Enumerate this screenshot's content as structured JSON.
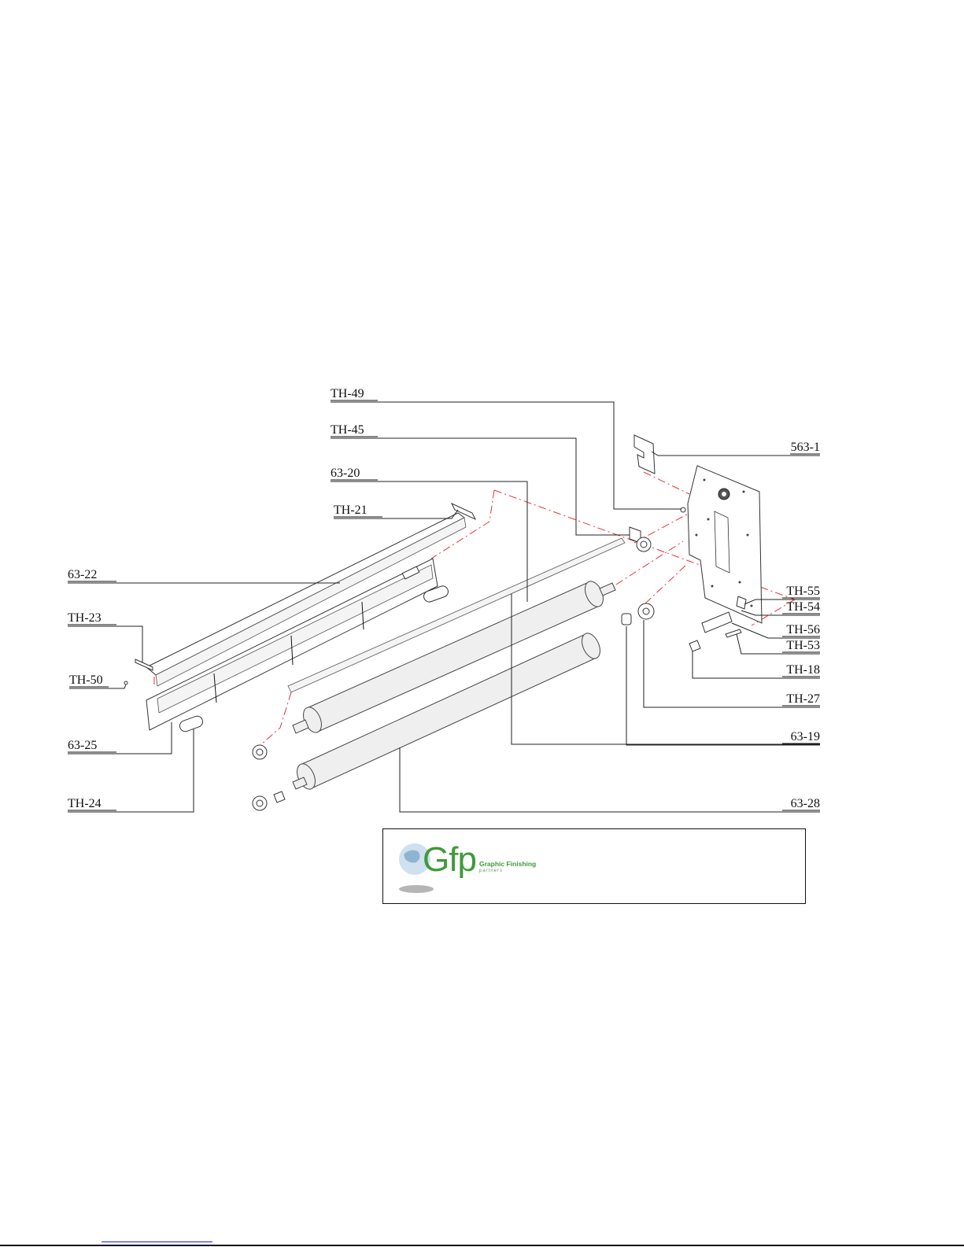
{
  "labels": {
    "th49": "TH-49",
    "th45": "TH-45",
    "l6320": "63-20",
    "th21": "TH-21",
    "l6322": "63-22",
    "th23": "TH-23",
    "th50": "TH-50",
    "l6325": "63-25",
    "th24": "TH-24",
    "l5631": "563-1",
    "th55": "TH-55",
    "th54": "TH-54",
    "th56": "TH-56",
    "th53": "TH-53",
    "th18": "TH-18",
    "th27": "TH-27",
    "l6319": "63-19",
    "l6328": "63-28"
  },
  "logo": {
    "letters": "Gfp",
    "name": "Graphic Finishing",
    "sub": "partners"
  },
  "colors": {
    "brand_green": "#3f9a3a",
    "guide_red": "#e4343a"
  }
}
